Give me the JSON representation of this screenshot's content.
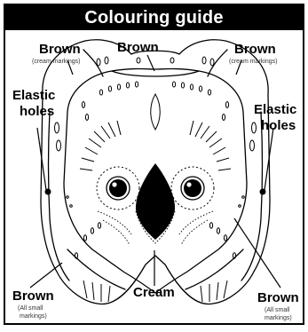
{
  "header": {
    "title": "Colouring guide"
  },
  "labels": {
    "brown_top_left": "Brown",
    "brown_top_left_note": "(cream markings)",
    "brown_top_center": "Brown",
    "brown_top_right": "Brown",
    "brown_top_right_note": "(cream markings)",
    "elastic_left_line1": "Elastic",
    "elastic_left_line2": "holes",
    "elastic_right_line1": "Elastic",
    "elastic_right_line2": "holes",
    "brown_bottom_left": "Brown",
    "brown_bottom_left_note1": "(All small",
    "brown_bottom_left_note2": "markings)",
    "cream_bottom": "Cream",
    "brown_bottom_right": "Brown",
    "brown_bottom_right_note1": "(All small",
    "brown_bottom_right_note2": "markings)"
  }
}
